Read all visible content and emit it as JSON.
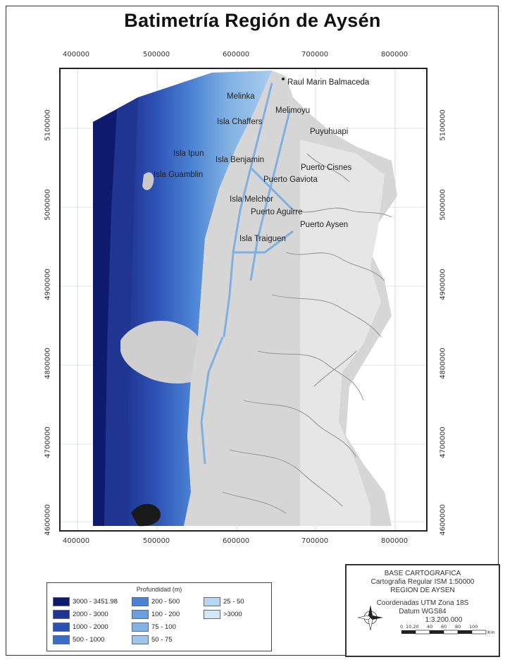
{
  "title": "Batimetría Región de Aysén",
  "axis": {
    "top_ticks": [
      "400000",
      "500000",
      "600000",
      "700000",
      "800000"
    ],
    "bottom_ticks": [
      "400000",
      "500000",
      "600000",
      "700000",
      "800000"
    ],
    "left_ticks": [
      "5100000",
      "5000000",
      "4900000",
      "4800000",
      "4700000",
      "4600000"
    ],
    "right_ticks": [
      "5100000",
      "5000000",
      "4900000",
      "4800000",
      "4700000",
      "4600000"
    ]
  },
  "places": [
    "Raul Marin Balmaceda",
    "Melinka",
    "Melimoyu",
    "Isla Chaffers",
    "Puyuhuapi",
    "Isla Ipun",
    "Isla Benjamin",
    "Puerto Cisnes",
    "Isla Guamblin",
    "Puerto Gaviota",
    "Isla Melchor",
    "Puerto Aguirre",
    "Puerto Aysen",
    "Isla Traiguen"
  ],
  "legend": {
    "title": "Profundidad (m)",
    "items": [
      {
        "label": "3000 - 3451.98",
        "color": "#0d1a6e"
      },
      {
        "label": "2000 - 3000",
        "color": "#1f3591"
      },
      {
        "label": "1000 - 2000",
        "color": "#2e51b5"
      },
      {
        "label": "500 - 1000",
        "color": "#3a6bc9"
      },
      {
        "label": "200 - 500",
        "color": "#4a82d4"
      },
      {
        "label": "100 - 200",
        "color": "#6a9ede"
      },
      {
        "label": "75 - 100",
        "color": "#86b3e6"
      },
      {
        "label": "50 - 75",
        "color": "#9ec6ec"
      },
      {
        "label": "25 - 50",
        "color": "#b7d7f1"
      },
      {
        "label": ">3000",
        "color": "#d4e7f7"
      }
    ]
  },
  "info": {
    "line1": "BASE CARTOGRAFICA",
    "line2": "Cartografia Regular ISM 1:50000",
    "line3": "REGION DE AYSEN",
    "line4": "Coordenadas UTM Zona 18S",
    "line5": "Datum WGS84",
    "scale": "1:3.200.000",
    "scale_ticks": [
      "0",
      "10,20",
      "40",
      "60",
      "80",
      "100"
    ],
    "scale_unit": "Km"
  },
  "colors": {
    "deep": "#0d1a6e",
    "mid": "#2e51b5",
    "shallow": "#7fb0e2",
    "land": "#d6d6d6",
    "rivers": "#8a8a8a"
  }
}
